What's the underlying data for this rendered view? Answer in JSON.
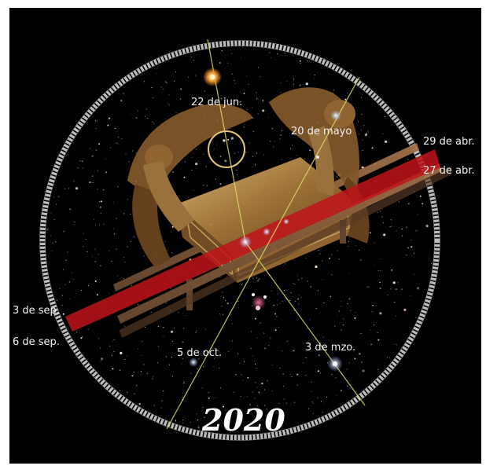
{
  "year": "2020",
  "labels": {
    "jun22": "22 de jun.",
    "may20": "20 de mayo",
    "apr29": "29 de abr.",
    "apr27": "27 de abr.",
    "sep3": "3 de sep.",
    "sep6": "6 de sep.",
    "oct5": "5 de oct.",
    "mar3": "3 de mzo."
  },
  "colors": {
    "background": "#000000",
    "dial_ticks": "#bdbdbd",
    "sight_lines": "#d8d46a",
    "red_band": "#c0141a",
    "ark_gold": "#a9793a",
    "bright_star": "#f39a2a"
  }
}
